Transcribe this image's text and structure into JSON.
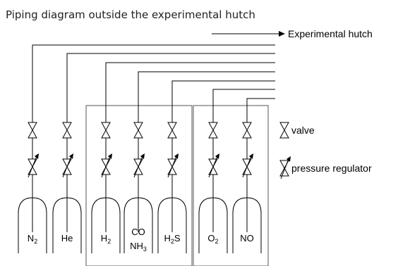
{
  "title": "Piping diagram outside the experimental hutch",
  "destination": "Experimental hutch",
  "legend": {
    "valve": "valve",
    "pressure_regulator": "pressure regulator"
  },
  "cylinders": [
    {
      "id": "n2",
      "main": "N",
      "sub": "2"
    },
    {
      "id": "he",
      "main": "He",
      "sub": ""
    },
    {
      "id": "h2",
      "main": "H",
      "sub": "2"
    },
    {
      "id": "co-nh3",
      "line1": "CO",
      "main": "NH",
      "sub": "3"
    },
    {
      "id": "h2s",
      "main": "H",
      "sub": "2",
      "tail": "S"
    },
    {
      "id": "o2",
      "main": "O",
      "sub": "2"
    },
    {
      "id": "no",
      "main": "NO",
      "sub": ""
    }
  ]
}
